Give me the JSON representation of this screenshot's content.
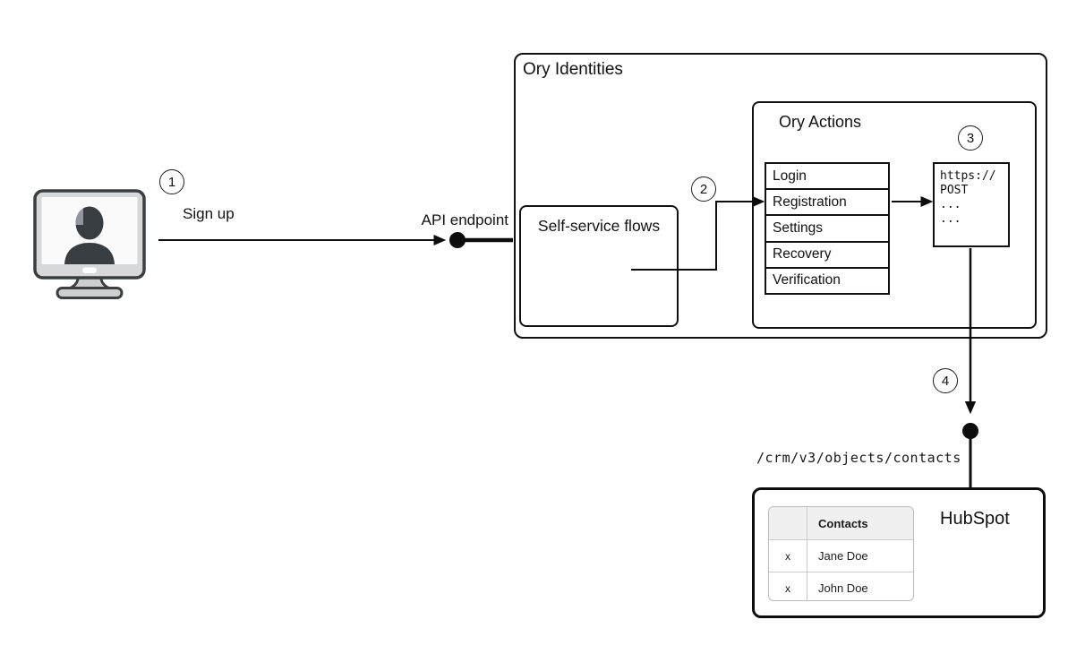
{
  "diagram": {
    "steps": [
      "1",
      "2",
      "3",
      "4"
    ],
    "user_flow": {
      "sign_up_label": "Sign up",
      "api_endpoint_label": "API endpoint"
    },
    "ory_identities": {
      "title": "Ory Identities",
      "self_service_flows": {
        "title": "Self-service flows"
      },
      "ory_actions": {
        "title": "Ory Actions",
        "flows": [
          "Login",
          "Registration",
          "Settings",
          "Recovery",
          "Verification"
        ],
        "webhook_code_lines": [
          "https://",
          "POST",
          "...",
          "..."
        ]
      }
    },
    "hubspot": {
      "title": "HubSpot",
      "endpoint_path": "/crm/v3/objects/contacts",
      "contacts_table": {
        "header": "Contacts",
        "rows": [
          {
            "mark": "x",
            "name": "Jane Doe"
          },
          {
            "mark": "x",
            "name": "John Doe"
          }
        ]
      }
    },
    "colors": {
      "stroke": "#111111",
      "background": "#ffffff",
      "table_header_bg": "#f0f0f1",
      "table_border": "#b9bcc2",
      "monitor_body": "#d7d8d9",
      "silhouette": "#383d42"
    }
  }
}
